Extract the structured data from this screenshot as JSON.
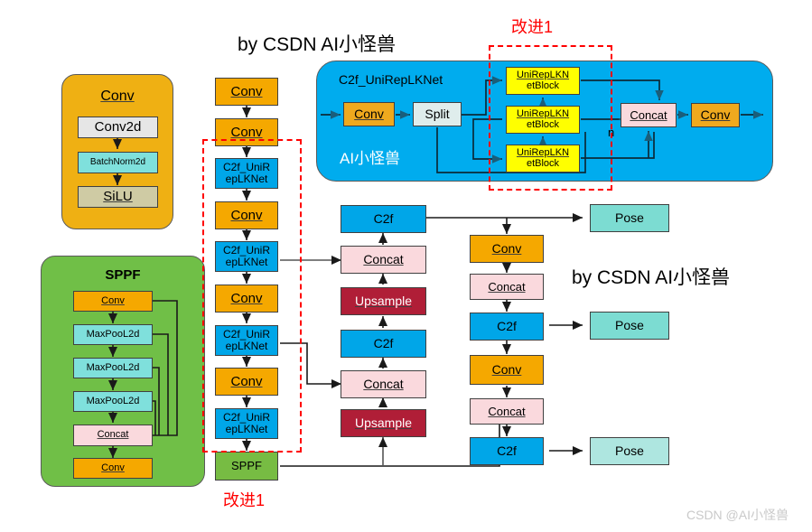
{
  "meta": {
    "title_top": "by CSDN AI小怪兽",
    "title_mid": "by CSDN AI小怪兽",
    "watermark": "CSDN @AI小怪兽",
    "annotation_top": "改进1",
    "annotation_bottom": "改进1"
  },
  "colors": {
    "conv": "#F5A800",
    "c2f_block": "#00A6E8",
    "concat": "#FAD9DD",
    "upsample": "#B01E37",
    "pose": "#7CDCD2",
    "sppf": "#77BC43",
    "uniblock": "#FFFF00",
    "annotation_red": "#FF0000"
  },
  "conv_module": {
    "title": "Conv",
    "layers": [
      {
        "label": "Conv2d"
      },
      {
        "label": "BatchNorm2d"
      },
      {
        "label": "SiLU"
      }
    ]
  },
  "sppf_module": {
    "title": "SPPF",
    "layers": [
      {
        "label": "Conv"
      },
      {
        "label": "MaxPooL2d"
      },
      {
        "label": "MaxPooL2d"
      },
      {
        "label": "MaxPooL2d"
      },
      {
        "label": "Concat"
      },
      {
        "label": "Conv"
      }
    ]
  },
  "c2f_module": {
    "title": "C2f_UniRepLKNet",
    "inner_label": "AI小怪兽",
    "repeat_label": "n",
    "nodes": [
      {
        "label": "Conv"
      },
      {
        "label": "Split"
      },
      {
        "label": "UniRepLKNetBlock"
      },
      {
        "label": "UniRepLKNetBlock"
      },
      {
        "label": "UniRepLKNetBlock"
      },
      {
        "label": "Concat"
      },
      {
        "label": "Conv"
      }
    ],
    "block_line1": "UniRepLKN",
    "block_line2": "etBlock"
  },
  "backbone": [
    {
      "id": "b1",
      "label": "Conv",
      "type": "conv"
    },
    {
      "id": "b2",
      "label": "Conv",
      "type": "conv"
    },
    {
      "id": "b3",
      "label": "C2f_UniRepLKNet",
      "type": "c2f_uni"
    },
    {
      "id": "b4",
      "label": "Conv",
      "type": "conv"
    },
    {
      "id": "b5",
      "label": "C2f_UniRepLKNet",
      "type": "c2f_uni"
    },
    {
      "id": "b6",
      "label": "Conv",
      "type": "conv"
    },
    {
      "id": "b7",
      "label": "C2f_UniRepLKNet",
      "type": "c2f_uni"
    },
    {
      "id": "b8",
      "label": "Conv",
      "type": "conv"
    },
    {
      "id": "b9",
      "label": "C2f_UniRepLKNet",
      "type": "c2f_uni"
    },
    {
      "id": "b10",
      "label": "SPPF",
      "type": "sppf"
    }
  ],
  "c2f_uni_lines": {
    "line1": "C2f_UniR",
    "line2": "epLKNet"
  },
  "neck": [
    {
      "id": "n1",
      "label": "C2f",
      "type": "c2f"
    },
    {
      "id": "n2",
      "label": "Concat",
      "type": "concat"
    },
    {
      "id": "n3",
      "label": "Upsample",
      "type": "upsample"
    },
    {
      "id": "n4",
      "label": "C2f",
      "type": "c2f"
    },
    {
      "id": "n5",
      "label": "Concat",
      "type": "concat"
    },
    {
      "id": "n6",
      "label": "Upsample",
      "type": "upsample"
    }
  ],
  "head": [
    {
      "id": "h1",
      "label": "Conv",
      "type": "conv"
    },
    {
      "id": "h2",
      "label": "Concat",
      "type": "concat"
    },
    {
      "id": "h3",
      "label": "C2f",
      "type": "c2f"
    },
    {
      "id": "h4",
      "label": "Conv",
      "type": "conv"
    },
    {
      "id": "h5",
      "label": "Concat",
      "type": "concat"
    },
    {
      "id": "h6",
      "label": "C2f",
      "type": "c2f"
    }
  ],
  "outputs": [
    {
      "id": "p1",
      "label": "Pose"
    },
    {
      "id": "p2",
      "label": "Pose"
    },
    {
      "id": "p3",
      "label": "Pose"
    }
  ]
}
